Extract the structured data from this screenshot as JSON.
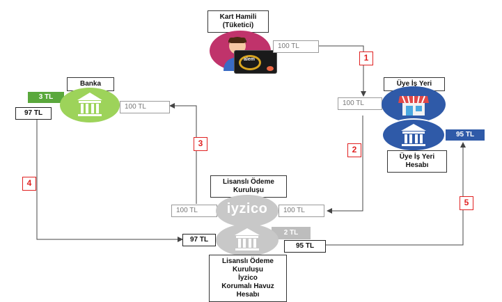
{
  "nodes": {
    "cardholder": "Kart Hamili\n(Tüketici)",
    "card_text": "alem",
    "merchant": "Üye İş Yeri",
    "merchant_account": "Üye İş Yeri\nHesabı",
    "bank": "Banka",
    "payment_institution": "Lisanslı Ödeme\nKuruluşu",
    "iyzico_logo": "iyzico",
    "pool_account": "Lisanslı Ödeme\nKuruluşu\nİyzico\nKorumalı Havuz\nHesabı"
  },
  "amounts": {
    "cardholder_out": "100 TL",
    "merchant_in": "100 TL",
    "bank_in": "100 TL",
    "bank_fee": "3 TL",
    "bank_out": "97 TL",
    "iyzico_left": "100 TL",
    "iyzico_right": "100 TL",
    "pool_in": "97 TL",
    "pool_fee": "2 TL",
    "pool_out": "95 TL",
    "merchant_account_in": "95 TL"
  },
  "steps": [
    "1",
    "2",
    "3",
    "4",
    "5"
  ],
  "colors": {
    "step_border": "#e02020",
    "line": "#444444",
    "cardholder_circle": "#c0336b",
    "merchant_circle": "#2f5aa8",
    "bank_circle": "#9dd35a",
    "gray_circle": "#c8c8c8",
    "merchant_tab": "#2f5aa8",
    "bank_tab": "#5aa83c",
    "pool_tab": "#bdbdbd"
  }
}
